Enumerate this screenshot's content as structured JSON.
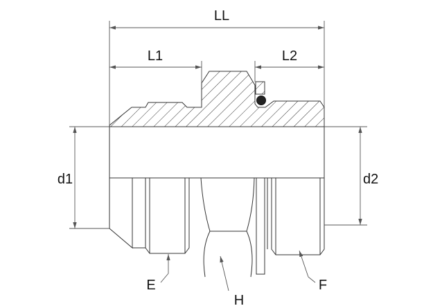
{
  "diagram": {
    "title": "Fitting cross-section with dimensions",
    "labels": {
      "overall_length": "LL",
      "length_1": "L1",
      "length_2": "L2",
      "diameter_1": "d1",
      "diameter_2": "d2",
      "thread_e": "E",
      "hex_h": "H",
      "thread_f": "F"
    },
    "colors": {
      "line": "#333333",
      "oring": "#222222"
    }
  }
}
